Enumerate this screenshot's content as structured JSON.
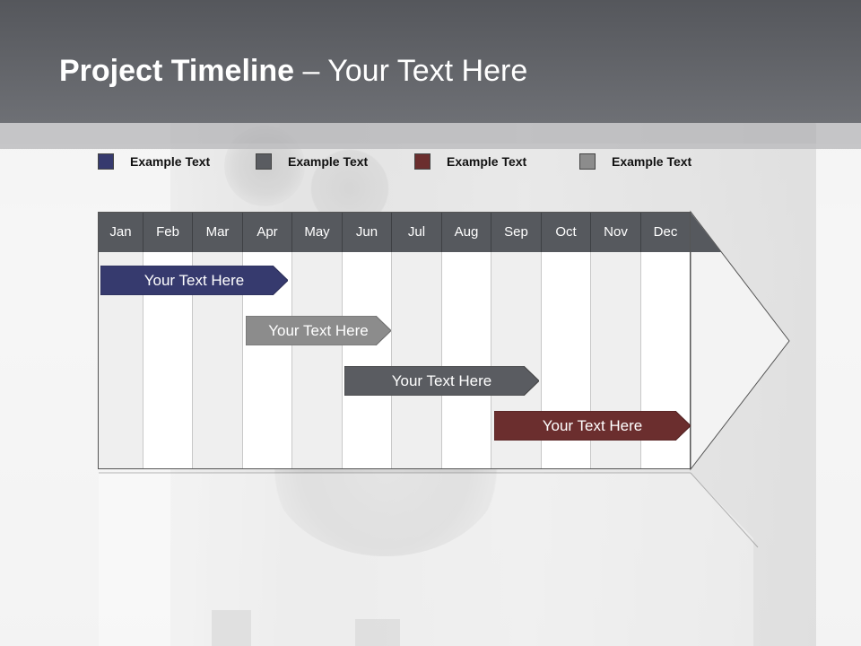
{
  "title": {
    "bold": "Project Timeline",
    "rest": " – Your Text Here"
  },
  "legend": [
    {
      "label": "Example Text",
      "color": "#363a6e"
    },
    {
      "label": "Example Text",
      "color": "#5a5c61"
    },
    {
      "label": "Example Text",
      "color": "#6b2e2e"
    },
    {
      "label": "Example Text",
      "color": "#8c8c8c"
    }
  ],
  "months": [
    "Jan",
    "Feb",
    "Mar",
    "Apr",
    "May",
    "Jun",
    "Jul",
    "Aug",
    "Sep",
    "Oct",
    "Nov",
    "Dec"
  ],
  "tasks": [
    {
      "label": "Your  Text Here",
      "color": "#363a6e"
    },
    {
      "label": "Your  Text Here",
      "color": "#8c8c8c"
    },
    {
      "label": "Your  Text Here",
      "color": "#5a5c61"
    },
    {
      "label": "Your  Text Here",
      "color": "#6b2e2e"
    }
  ],
  "colors": {
    "header": "#56595e",
    "arrow_fill": "#f3f3f3"
  }
}
